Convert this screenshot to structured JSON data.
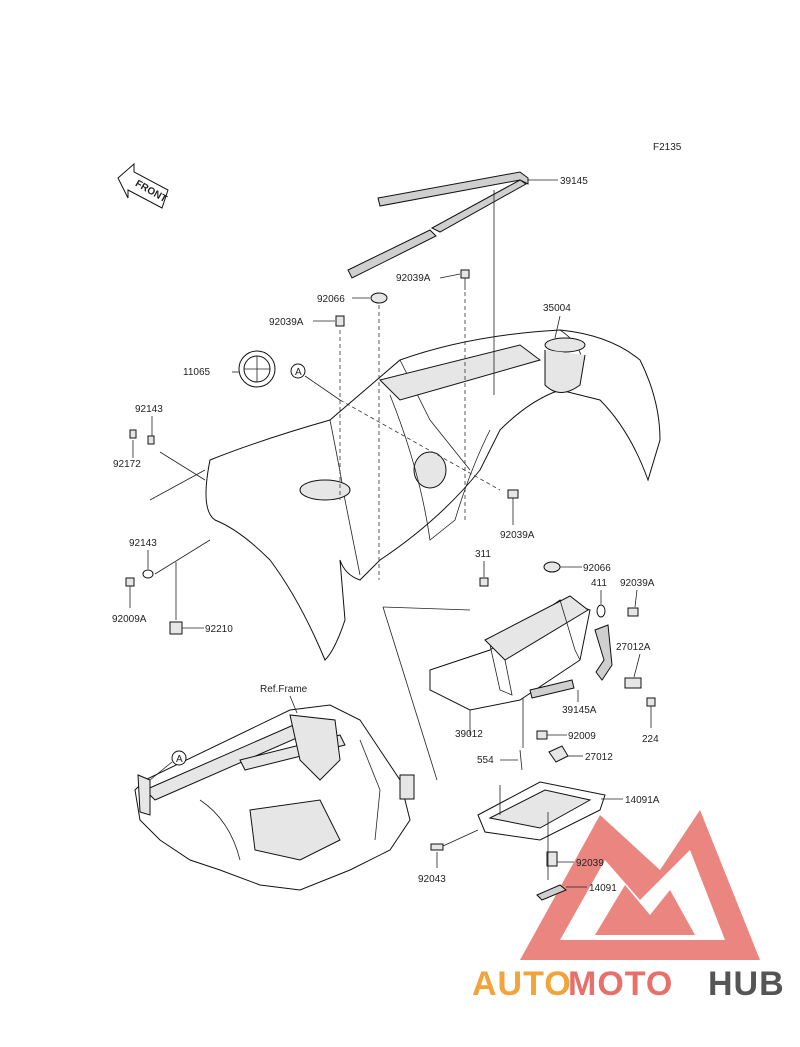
{
  "diagram_code": "F2135",
  "front_label": "FRONT",
  "ref_frame_label": "Ref.Frame",
  "callout_letter": "A",
  "watermark": {
    "brand_part1": "AUTO",
    "brand_part2": "MOTO",
    "brand_part3": "HUB",
    "color_orange": "#f2a33a",
    "color_red": "#e8706a",
    "color_gray": "#555555"
  },
  "parts": {
    "p39145": "39145",
    "p92039A_top": "92039A",
    "p92066_top": "92066",
    "p35004": "35004",
    "p92039A_left": "92039A",
    "p11065": "11065",
    "p92143_top": "92143",
    "p92172": "92172",
    "p92039A_mid": "92039A",
    "p92143_mid": "92143",
    "p92009A": "92009A",
    "p92210": "92210",
    "p311": "311",
    "p92066_right": "92066",
    "p411": "411",
    "p92039A_right": "92039A",
    "p27012A": "27012A",
    "p39145A": "39145A",
    "p39012": "39012",
    "p224": "224",
    "p92009": "92009",
    "p27012": "27012",
    "p554": "554",
    "p14091A": "14091A",
    "p92043": "92043",
    "p92039": "92039",
    "p14091": "14091"
  }
}
